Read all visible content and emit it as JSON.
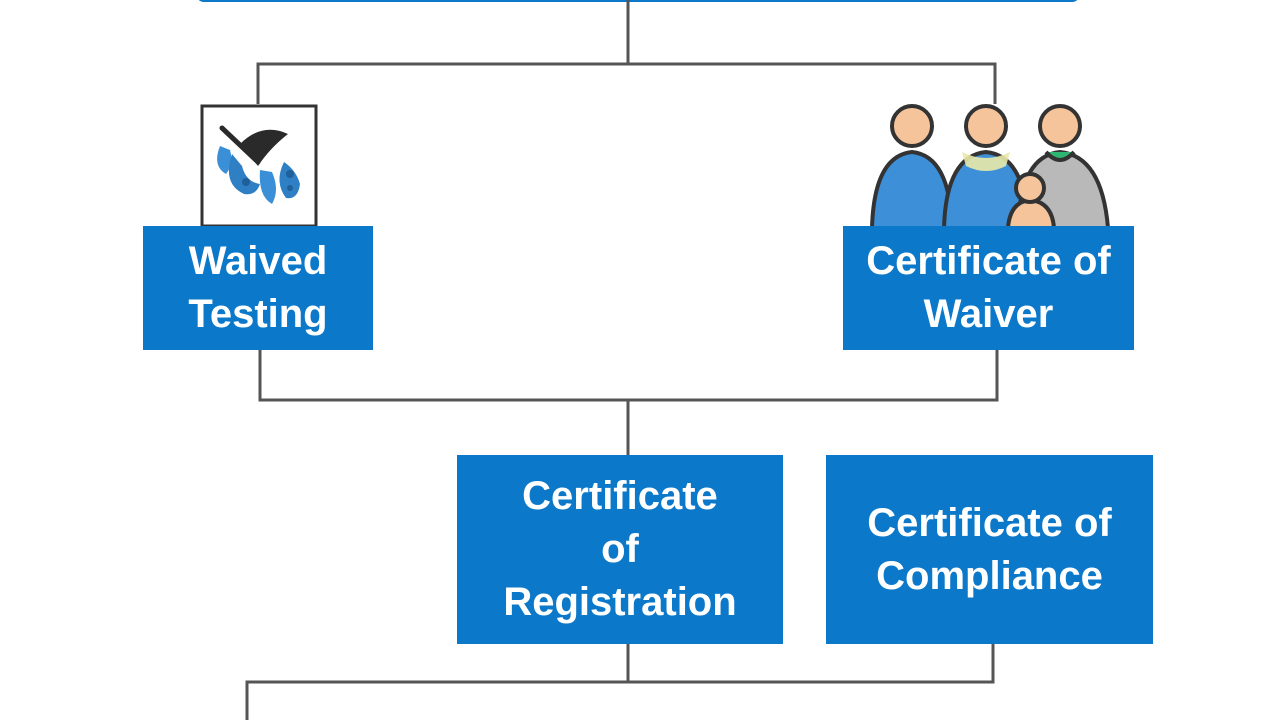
{
  "diagram": {
    "nodes": {
      "waived_testing": {
        "lines": [
          "Waived",
          "Testing"
        ]
      },
      "certificate_of_waiver": {
        "lines": [
          "Certificate of",
          "Waiver"
        ]
      },
      "certificate_of_registration": {
        "lines": [
          "Certificate",
          "of",
          "Registration"
        ]
      },
      "certificate_of_compliance": {
        "lines": [
          "Certificate of",
          "Compliance"
        ]
      }
    },
    "icons": {
      "waived_testing": "lab-specimen-icon",
      "certificate_of_waiver": "family-group-icon"
    },
    "colors": {
      "box": "#0b78c9",
      "line": "#555555",
      "box_text": "#ffffff"
    }
  }
}
